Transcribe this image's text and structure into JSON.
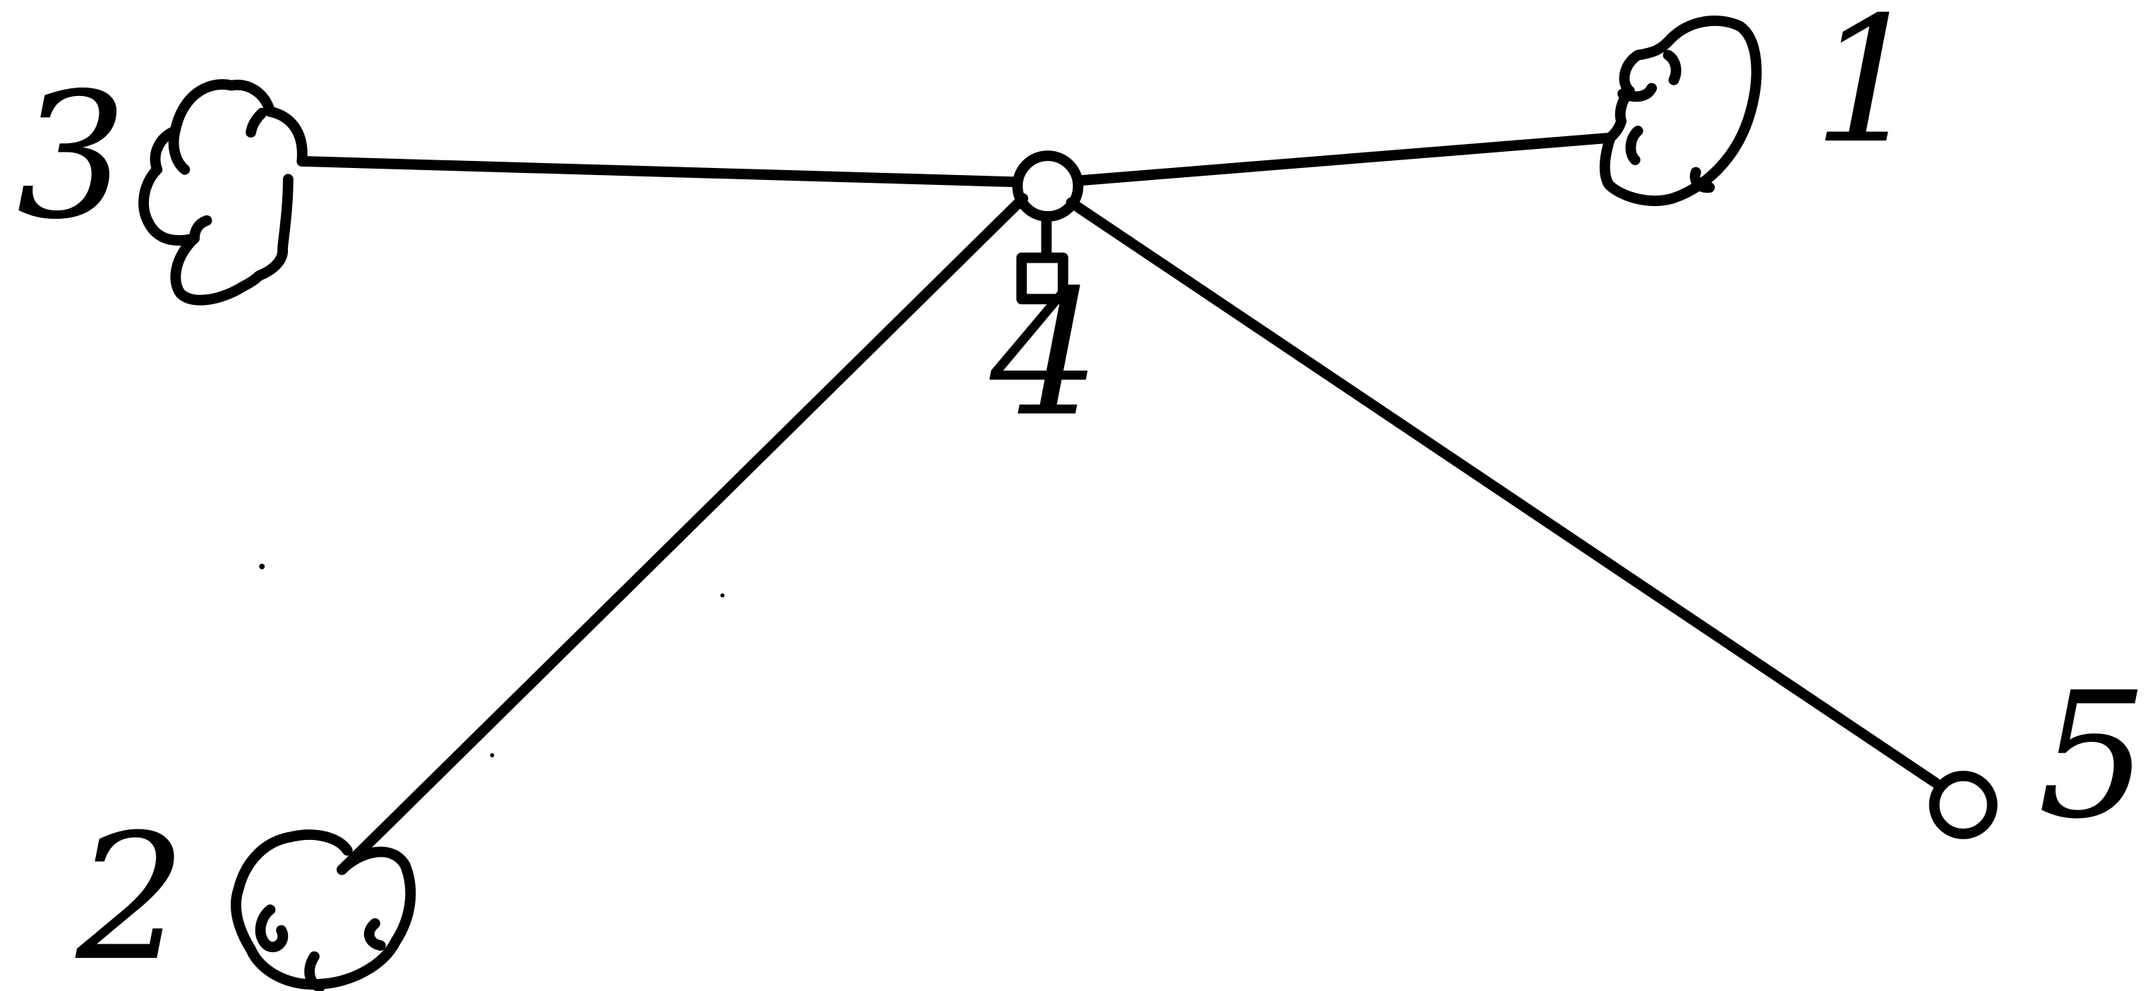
{
  "diagram": {
    "nodes": [
      {
        "id": "1",
        "label": "1",
        "shape": "cloud"
      },
      {
        "id": "2",
        "label": "2",
        "shape": "cloud"
      },
      {
        "id": "3",
        "label": "3",
        "shape": "cloud"
      },
      {
        "id": "4",
        "label": "4",
        "shape": "hub-circle-with-square"
      },
      {
        "id": "5",
        "label": "5",
        "shape": "circle"
      }
    ],
    "edges": [
      {
        "from": "4",
        "to": "3"
      },
      {
        "from": "4",
        "to": "1"
      },
      {
        "from": "4",
        "to": "2"
      },
      {
        "from": "4",
        "to": "5"
      }
    ],
    "colors": {
      "ink": "#000000",
      "background": "#ffffff"
    }
  }
}
